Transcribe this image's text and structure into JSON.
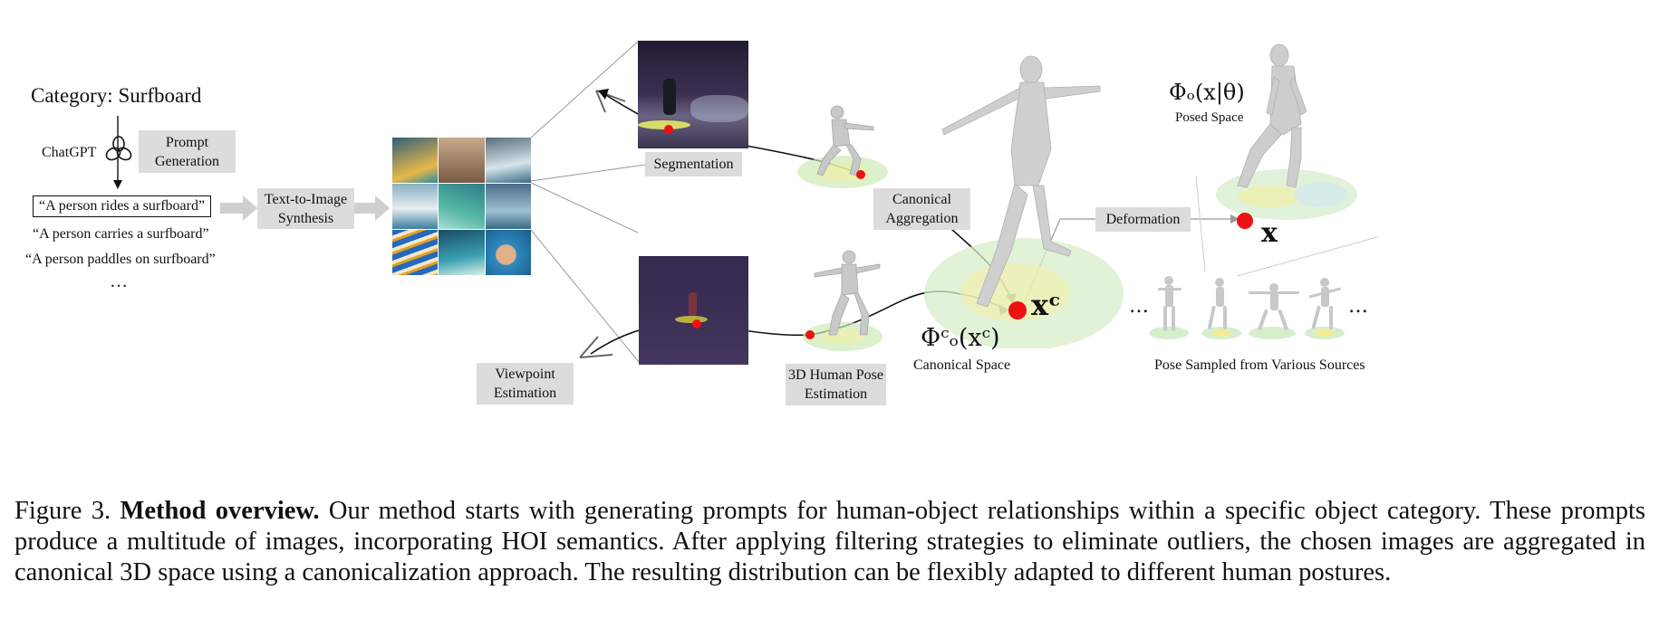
{
  "prompt_stage": {
    "category": "Category: Surfboard",
    "chatgpt": "ChatGPT",
    "prompt_generation": "Prompt\nGeneration",
    "prompts": [
      "“A person rides a surfboard”",
      "“A person carries a surfboard”",
      "“A person paddles on surfboard”"
    ],
    "ellipsis": "…"
  },
  "synthesis": {
    "label": "Text-to-Image\nSynthesis"
  },
  "segmentation": {
    "label": "Segmentation"
  },
  "viewpoint": {
    "label": "Viewpoint\nEstimation"
  },
  "pose_estimation": {
    "label": "3D Human Pose\nEstimation"
  },
  "aggregation": {
    "label": "Canonical\nAggregation"
  },
  "deformation": {
    "label": "Deformation"
  },
  "canonical": {
    "formula": "Φᶜₒ(xᶜ)",
    "label": "Canonical Space",
    "point_label": "xᶜ"
  },
  "posed": {
    "formula": "Φₒ(x|θ)",
    "label": "Posed Space",
    "point_label": "x"
  },
  "samples": {
    "label": "Pose Sampled from Various Sources",
    "ellipsis_left": "…",
    "ellipsis_right": "…"
  },
  "caption": {
    "figure_no": "Figure 3.",
    "title": "Method overview.",
    "text": "Our method starts with generating prompts for human-object relationships within a specific object category. These prompts produce a multitude of images, incorporating HOI semantics. After applying filtering strategies to eliminate outliers, the chosen images are aggregated in canonical 3D space using a canonicalization approach. The resulting distribution can be flexibly adapted to different human postures."
  },
  "colors": {
    "box_bg": "#dcdcdc",
    "point": "#ee1111",
    "arrow": "#cfcfcf"
  }
}
